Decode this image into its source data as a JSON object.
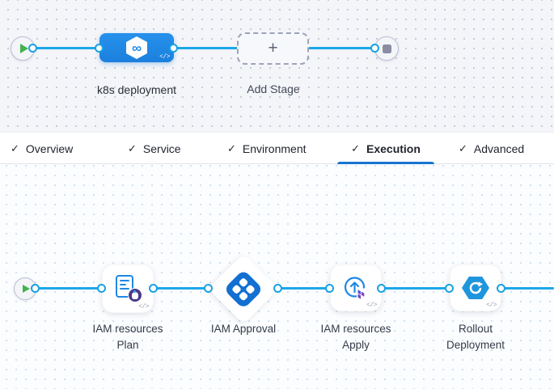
{
  "stage_flow": {
    "stage_label": "k8s deployment",
    "add_stage_label": "Add Stage",
    "plus_glyph": "+",
    "infinity_glyph": "∞",
    "code_glyph": "</>"
  },
  "tabs": {
    "check_glyph": "✓",
    "items": [
      {
        "label": "Overview",
        "checked": true,
        "active": false
      },
      {
        "label": "Service",
        "checked": true,
        "active": false
      },
      {
        "label": "Environment",
        "checked": true,
        "active": false
      },
      {
        "label": "Execution",
        "checked": true,
        "active": true
      },
      {
        "label": "Advanced",
        "checked": true,
        "active": false
      }
    ]
  },
  "execution_flow": {
    "code_glyph": "</>",
    "steps": [
      {
        "name": "terraform-plan",
        "lines": [
          "IAM resources",
          "Plan"
        ]
      },
      {
        "name": "approval",
        "lines": [
          "IAM Approval"
        ]
      },
      {
        "name": "terraform-apply",
        "lines": [
          "IAM resources",
          "Apply"
        ]
      },
      {
        "name": "rollout-deployment",
        "lines": [
          "Rollout",
          "Deployment"
        ]
      }
    ]
  },
  "icons": {
    "start_node": "play-icon",
    "end_node": "stop-icon",
    "stage_icon": "hexagon-infinity-cd-icon",
    "plan_icon": "document-with-purple-badge-icon",
    "approval_icon": "blue-diamond-four-squares-icon",
    "apply_icon": "circle-up-arrow-terraform-icon",
    "rollout_icon": "blue-hexagon-cycle-arrow-icon"
  },
  "colors": {
    "connector": "#1ca7e8",
    "stage_blue": "#1e88e5",
    "tab_underline": "#1873d0",
    "play_green": "#42b24d",
    "terraform_purple": "#7b42bc",
    "badge_purple": "#483a8e"
  }
}
